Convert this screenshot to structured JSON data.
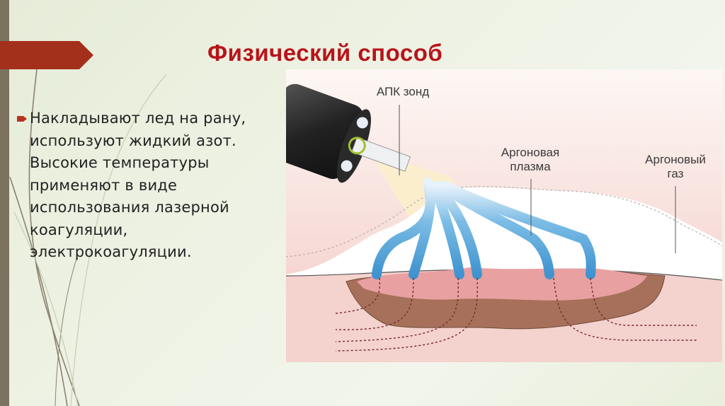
{
  "slide": {
    "title": "Физический способ",
    "bullet_text": "Накладывают лед на рану, используют жидкий азот. Высокие температуры применяют в виде использования лазерной коагуляции, электрокоагуляции.",
    "colors": {
      "title": "#b8141a",
      "arrow": "#a3301a",
      "left_bar": "#7b7360"
    }
  },
  "diagram": {
    "labels": {
      "probe": "АПК зонд",
      "plasma_line1": "Аргоновая",
      "plasma_line2": "плазма",
      "gas_line1": "Аргоновый",
      "gas_line2": "газ"
    },
    "colors": {
      "plasma": "#4a9fd6",
      "tissue": "#a7705a",
      "skin": "#f1c4c0",
      "gas": "#ffffff"
    }
  }
}
